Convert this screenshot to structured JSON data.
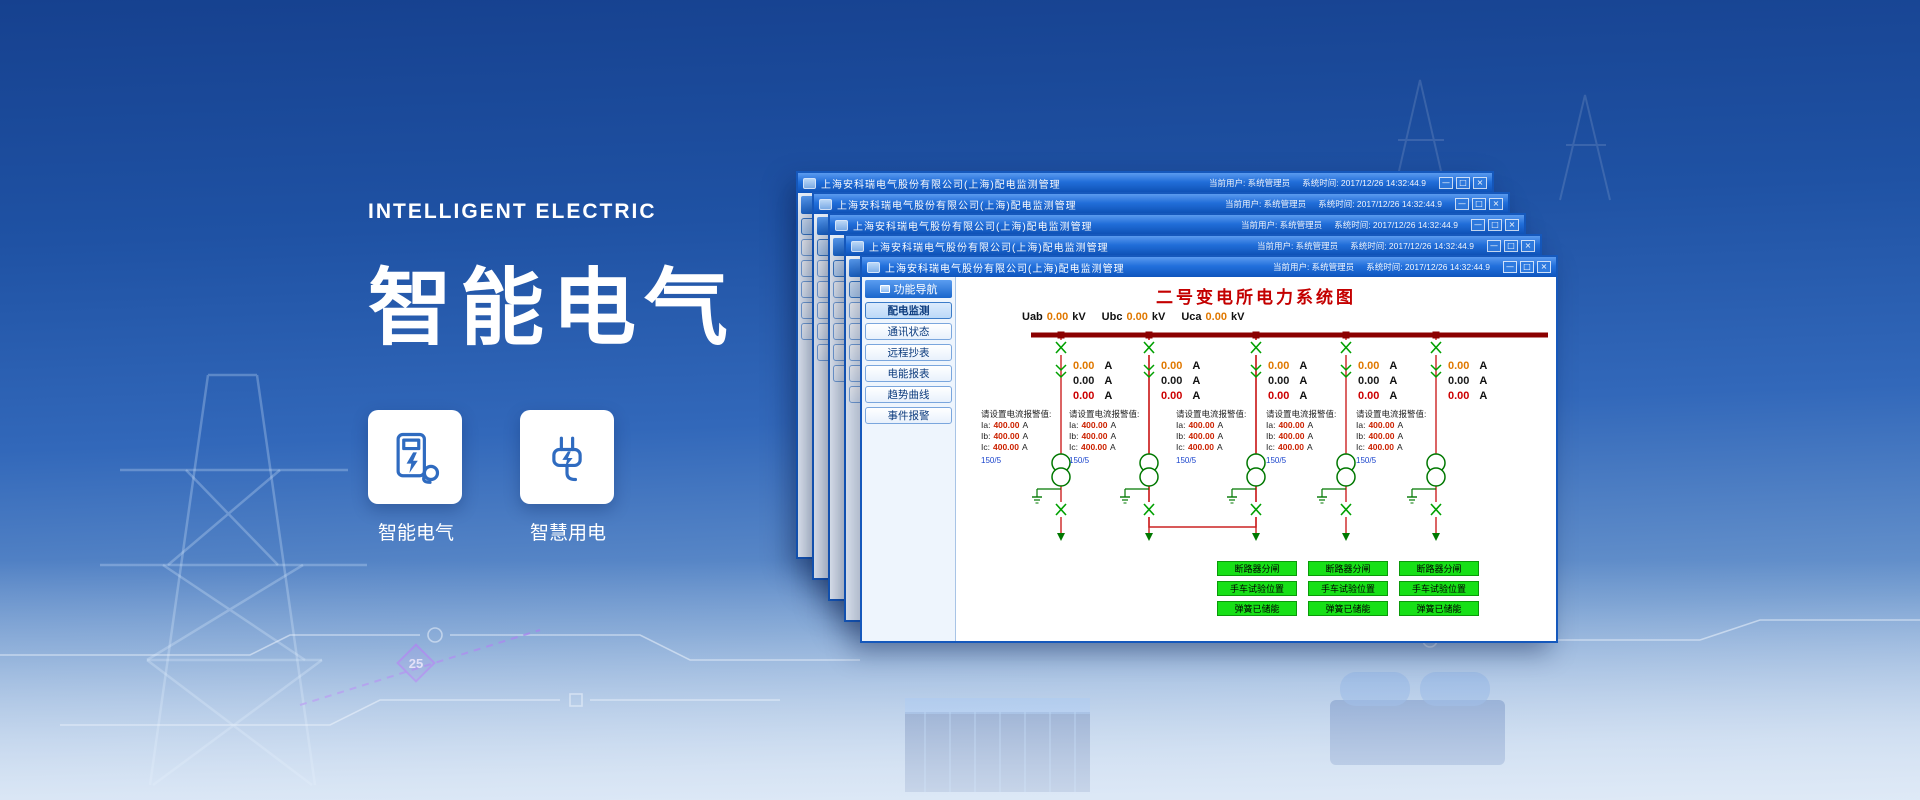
{
  "hero": {
    "eyebrow": "INTELLIGENT ELECTRIC",
    "title": "智能电气",
    "cards": [
      {
        "icon": "charging-pile-icon",
        "label": "智能电气"
      },
      {
        "icon": "smart-plug-icon",
        "label": "智慧用电"
      }
    ]
  },
  "decor": {
    "distance_marker": "25"
  },
  "back_windows": [
    {
      "title": "上海安科瑞电气股份有限公司(上海)配电监测管理"
    },
    {
      "title": "上海安科瑞电气股份有限公司(上海)配电监测管理"
    },
    {
      "title": "上海安科瑞电气股份有限公司(上海)配电监测管理"
    },
    {
      "title": "上海安科瑞电气股份有限公司(上海)配电监测管理"
    }
  ],
  "front_window": {
    "titlebar": {
      "title": "上海安科瑞电气股份有限公司(上海)配电监测管理",
      "user": "当前用户: 系统管理员",
      "time": "系统时间: 2017/12/26  14:32:44.9",
      "controls": {
        "minimize": "—",
        "maximize": "□",
        "close": "×"
      }
    },
    "sidebar": {
      "header": "功能导航",
      "items": [
        {
          "label": "配电监测",
          "active": true
        },
        {
          "label": "通讯状态",
          "active": false
        },
        {
          "label": "远程抄表",
          "active": false
        },
        {
          "label": "电能报表",
          "active": false
        },
        {
          "label": "趋势曲线",
          "active": false
        },
        {
          "label": "事件报警",
          "active": false
        }
      ]
    },
    "scada": {
      "title": "二号变电所电力系统图",
      "voltages": [
        {
          "label": "Uab",
          "value": "0.00",
          "unit": "kV"
        },
        {
          "label": "Ubc",
          "value": "0.00",
          "unit": "kV"
        },
        {
          "label": "Uca",
          "value": "0.00",
          "unit": "kV"
        }
      ],
      "feeders": [
        {
          "currents": [
            "0.00",
            "0.00",
            "0.00"
          ],
          "unit": "A",
          "alarm_title": "请设置电流报警值:",
          "alarm_rows": [
            {
              "label": "Ia:",
              "value": "400.00",
              "unit": "A"
            },
            {
              "label": "Ib:",
              "value": "400.00",
              "unit": "A"
            },
            {
              "label": "Ic:",
              "value": "400.00",
              "unit": "A"
            }
          ],
          "ct_ratio": "150/5"
        },
        {
          "currents": [
            "0.00",
            "0.00",
            "0.00"
          ],
          "unit": "A",
          "alarm_title": "请设置电流报警值:",
          "alarm_rows": [
            {
              "label": "Ia:",
              "value": "400.00",
              "unit": "A"
            },
            {
              "label": "Ib:",
              "value": "400.00",
              "unit": "A"
            },
            {
              "label": "Ic:",
              "value": "400.00",
              "unit": "A"
            }
          ],
          "ct_ratio": "150/5"
        },
        {
          "currents": [
            "0.00",
            "0.00",
            "0.00"
          ],
          "unit": "A",
          "alarm_title": "请设置电流报警值:",
          "alarm_rows": [
            {
              "label": "Ia:",
              "value": "400.00",
              "unit": "A"
            },
            {
              "label": "Ib:",
              "value": "400.00",
              "unit": "A"
            },
            {
              "label": "Ic:",
              "value": "400.00",
              "unit": "A"
            }
          ],
          "ct_ratio": "150/5"
        },
        {
          "currents": [
            "0.00",
            "0.00",
            "0.00"
          ],
          "unit": "A",
          "alarm_title": "请设置电流报警值:",
          "alarm_rows": [
            {
              "label": "Ia:",
              "value": "400.00",
              "unit": "A"
            },
            {
              "label": "Ib:",
              "value": "400.00",
              "unit": "A"
            },
            {
              "label": "Ic:",
              "value": "400.00",
              "unit": "A"
            }
          ],
          "ct_ratio": "150/5"
        },
        {
          "currents": [
            "0.00",
            "0.00",
            "0.00"
          ],
          "unit": "A",
          "alarm_title": "请设置电流报警值:",
          "alarm_rows": [
            {
              "label": "Ia:",
              "value": "400.00",
              "unit": "A"
            },
            {
              "label": "Ib:",
              "value": "400.00",
              "unit": "A"
            },
            {
              "label": "Ic:",
              "value": "400.00",
              "unit": "A"
            }
          ],
          "ct_ratio": "150/5"
        }
      ],
      "status_groups": [
        [
          "断路器分闸",
          "手车试验位置",
          "弹簧已储能"
        ],
        [
          "断路器分闸",
          "手车试验位置",
          "弹簧已储能"
        ],
        [
          "断路器分闸",
          "手车试验位置",
          "弹簧已储能"
        ]
      ]
    }
  }
}
